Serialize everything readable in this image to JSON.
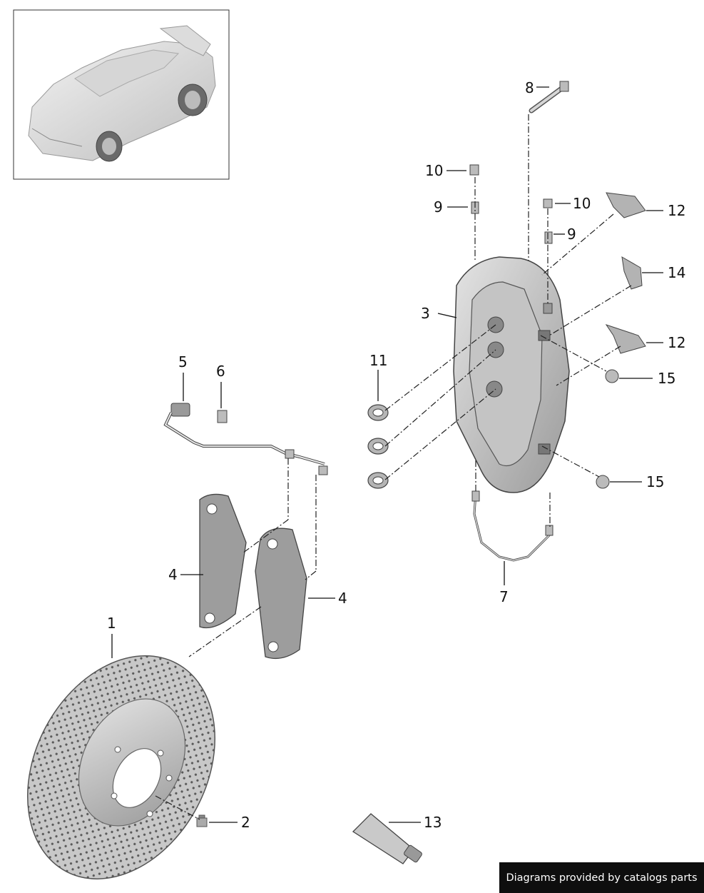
{
  "diagram": {
    "callouts": [
      {
        "id": "1",
        "label": "1"
      },
      {
        "id": "2",
        "label": "2"
      },
      {
        "id": "3",
        "label": "3"
      },
      {
        "id": "4a",
        "label": "4"
      },
      {
        "id": "4b",
        "label": "4"
      },
      {
        "id": "5",
        "label": "5"
      },
      {
        "id": "6",
        "label": "6"
      },
      {
        "id": "7",
        "label": "7"
      },
      {
        "id": "8",
        "label": "8"
      },
      {
        "id": "9a",
        "label": "9"
      },
      {
        "id": "9b",
        "label": "9"
      },
      {
        "id": "10a",
        "label": "10"
      },
      {
        "id": "10b",
        "label": "10"
      },
      {
        "id": "11",
        "label": "11"
      },
      {
        "id": "12a",
        "label": "12"
      },
      {
        "id": "12b",
        "label": "12"
      },
      {
        "id": "13",
        "label": "13"
      },
      {
        "id": "14",
        "label": "14"
      },
      {
        "id": "15a",
        "label": "15"
      },
      {
        "id": "15b",
        "label": "15"
      }
    ]
  },
  "footer": {
    "credit": "Diagrams provided by catalogs parts"
  }
}
